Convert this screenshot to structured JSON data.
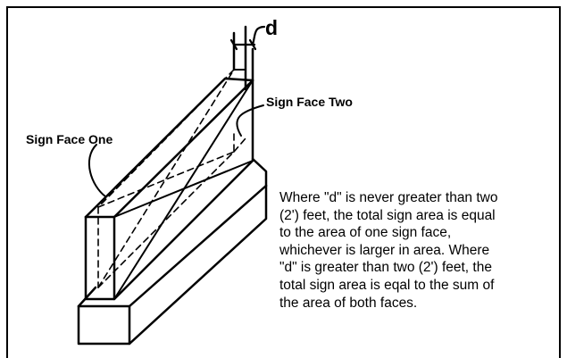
{
  "figure": {
    "dimension_label": "d",
    "face_two_label": "Sign Face Two",
    "face_one_label": "Sign Face One"
  },
  "explanation": {
    "lines": [
      "Where \"d\" is never greater than two",
      "(2') feet, the total sign area is equal",
      "to the area of one sign face,",
      "whichever is larger in area. Where",
      "\"d\" is greater than two (2') feet, the",
      "total sign area is eqal to the sum of",
      "the area of both faces."
    ]
  }
}
